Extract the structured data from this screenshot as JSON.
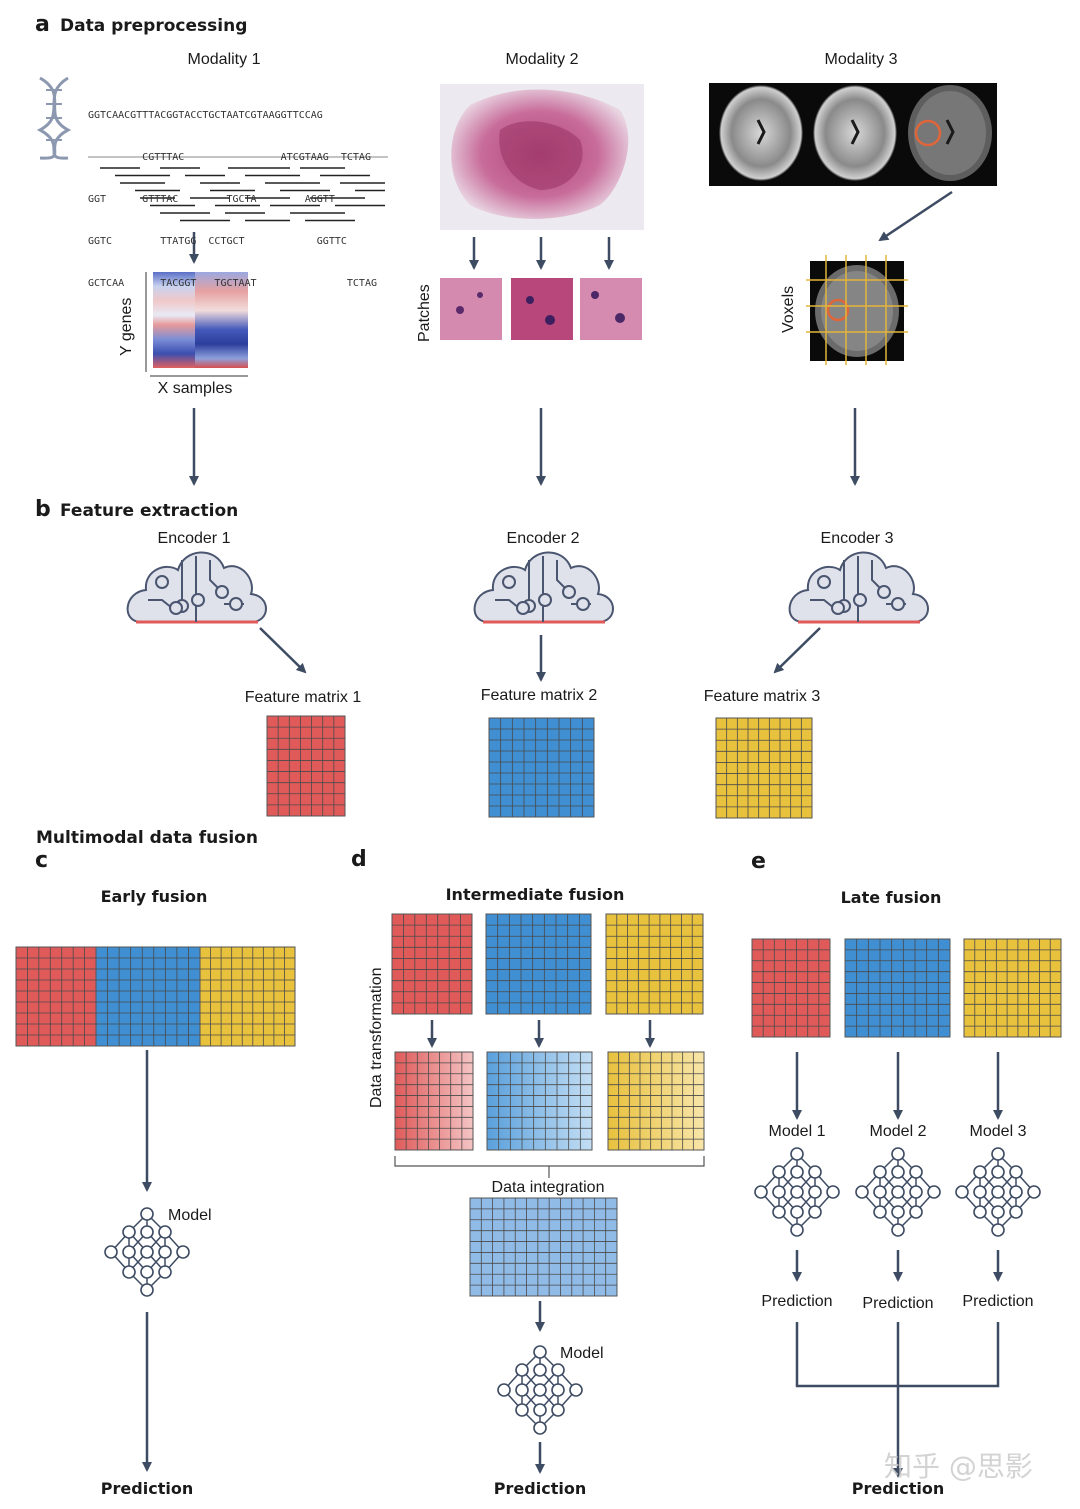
{
  "sections": {
    "a": {
      "letter": "a",
      "title": "Data preprocessing"
    },
    "b": {
      "letter": "b",
      "title": "Feature extraction"
    },
    "fusion_header": "Multimodal data fusion",
    "c": {
      "letter": "c",
      "title": "Early fusion"
    },
    "d": {
      "letter": "d",
      "title": "Intermediate fusion"
    },
    "e": {
      "letter": "e",
      "title": "Late fusion"
    }
  },
  "modalities": [
    "Modality 1",
    "Modality 2",
    "Modality 3"
  ],
  "dna_lines": [
    "GGTCAACGTTTACGGTACCTGCTAATCGTAAGGTTCCAG",
    "         CGTTTAC                ATCGTAAG  TCTAG",
    "GGT      GTTTAC        TGCTA        AGGTT",
    "GGTC        TTATGG  CCTGCT            GGTTC",
    "GCTCAA      TACGGT   TGCTAAT               TCTAG"
  ],
  "heatmap_labels": {
    "y": "Y genes",
    "x": "X samples"
  },
  "patches_label": "Patches",
  "voxels_label": "Voxels",
  "encoders": [
    "Encoder 1",
    "Encoder 2",
    "Encoder 3"
  ],
  "feature_matrices": [
    "Feature matrix 1",
    "Feature matrix 2",
    "Feature matrix 3"
  ],
  "colors": {
    "red": "#e05a5a",
    "blue": "#3f8fd2",
    "yellow": "#e8c13d",
    "arrow": "#3d4b63",
    "light_blue": "#8fbbe6"
  },
  "early": {
    "model": "Model",
    "prediction": "Prediction"
  },
  "intermediate": {
    "transform_label": "Data transformation",
    "integration_label": "Data integration",
    "model": "Model",
    "prediction": "Prediction"
  },
  "late": {
    "models": [
      "Model 1",
      "Model 2",
      "Model 3"
    ],
    "predictions": [
      "Prediction",
      "Prediction",
      "Prediction"
    ],
    "final": "Prediction"
  },
  "watermark": "知乎 @思影"
}
